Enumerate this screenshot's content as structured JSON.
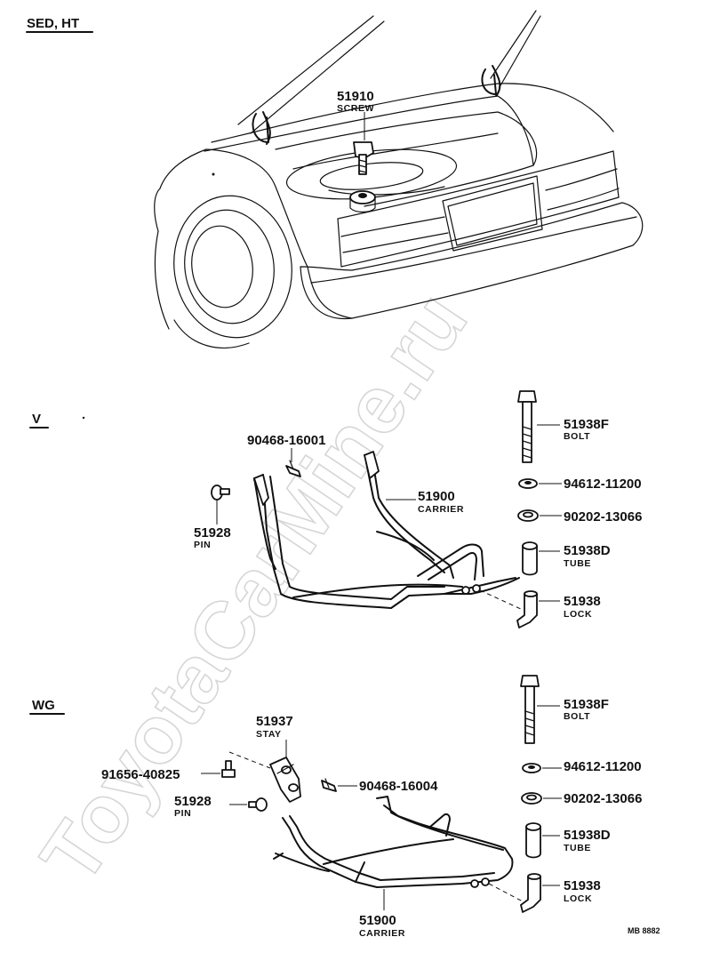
{
  "sections": {
    "sed": "SED, HT",
    "v": "V",
    "wg": "WG"
  },
  "watermark": "ToyotaCarMine.ru",
  "ref_code": "MB 8882",
  "parts": {
    "p51910": {
      "number": "51910",
      "name": "SCREW"
    },
    "v_90468": {
      "number": "90468-16001"
    },
    "v_51900": {
      "number": "51900",
      "name": "CARRIER"
    },
    "v_51928": {
      "number": "51928",
      "name": "PIN"
    },
    "v_51938F": {
      "number": "51938F",
      "name": "BOLT"
    },
    "v_94612": {
      "number": "94612-11200"
    },
    "v_90202": {
      "number": "90202-13066"
    },
    "v_51938D": {
      "number": "51938D",
      "name": "TUBE"
    },
    "v_51938": {
      "number": "51938",
      "name": "LOCK"
    },
    "wg_51937": {
      "number": "51937",
      "name": "STAY"
    },
    "wg_91656": {
      "number": "91656-40825"
    },
    "wg_90468": {
      "number": "90468-16004"
    },
    "wg_51928": {
      "number": "51928",
      "name": "PIN"
    },
    "wg_51938F": {
      "number": "51938F",
      "name": "BOLT"
    },
    "wg_94612": {
      "number": "94612-11200"
    },
    "wg_90202": {
      "number": "90202-13066"
    },
    "wg_51938D": {
      "number": "51938D",
      "name": "TUBE"
    },
    "wg_51938": {
      "number": "51938",
      "name": "LOCK"
    },
    "wg_51900": {
      "number": "51900",
      "name": "CARRIER"
    }
  }
}
